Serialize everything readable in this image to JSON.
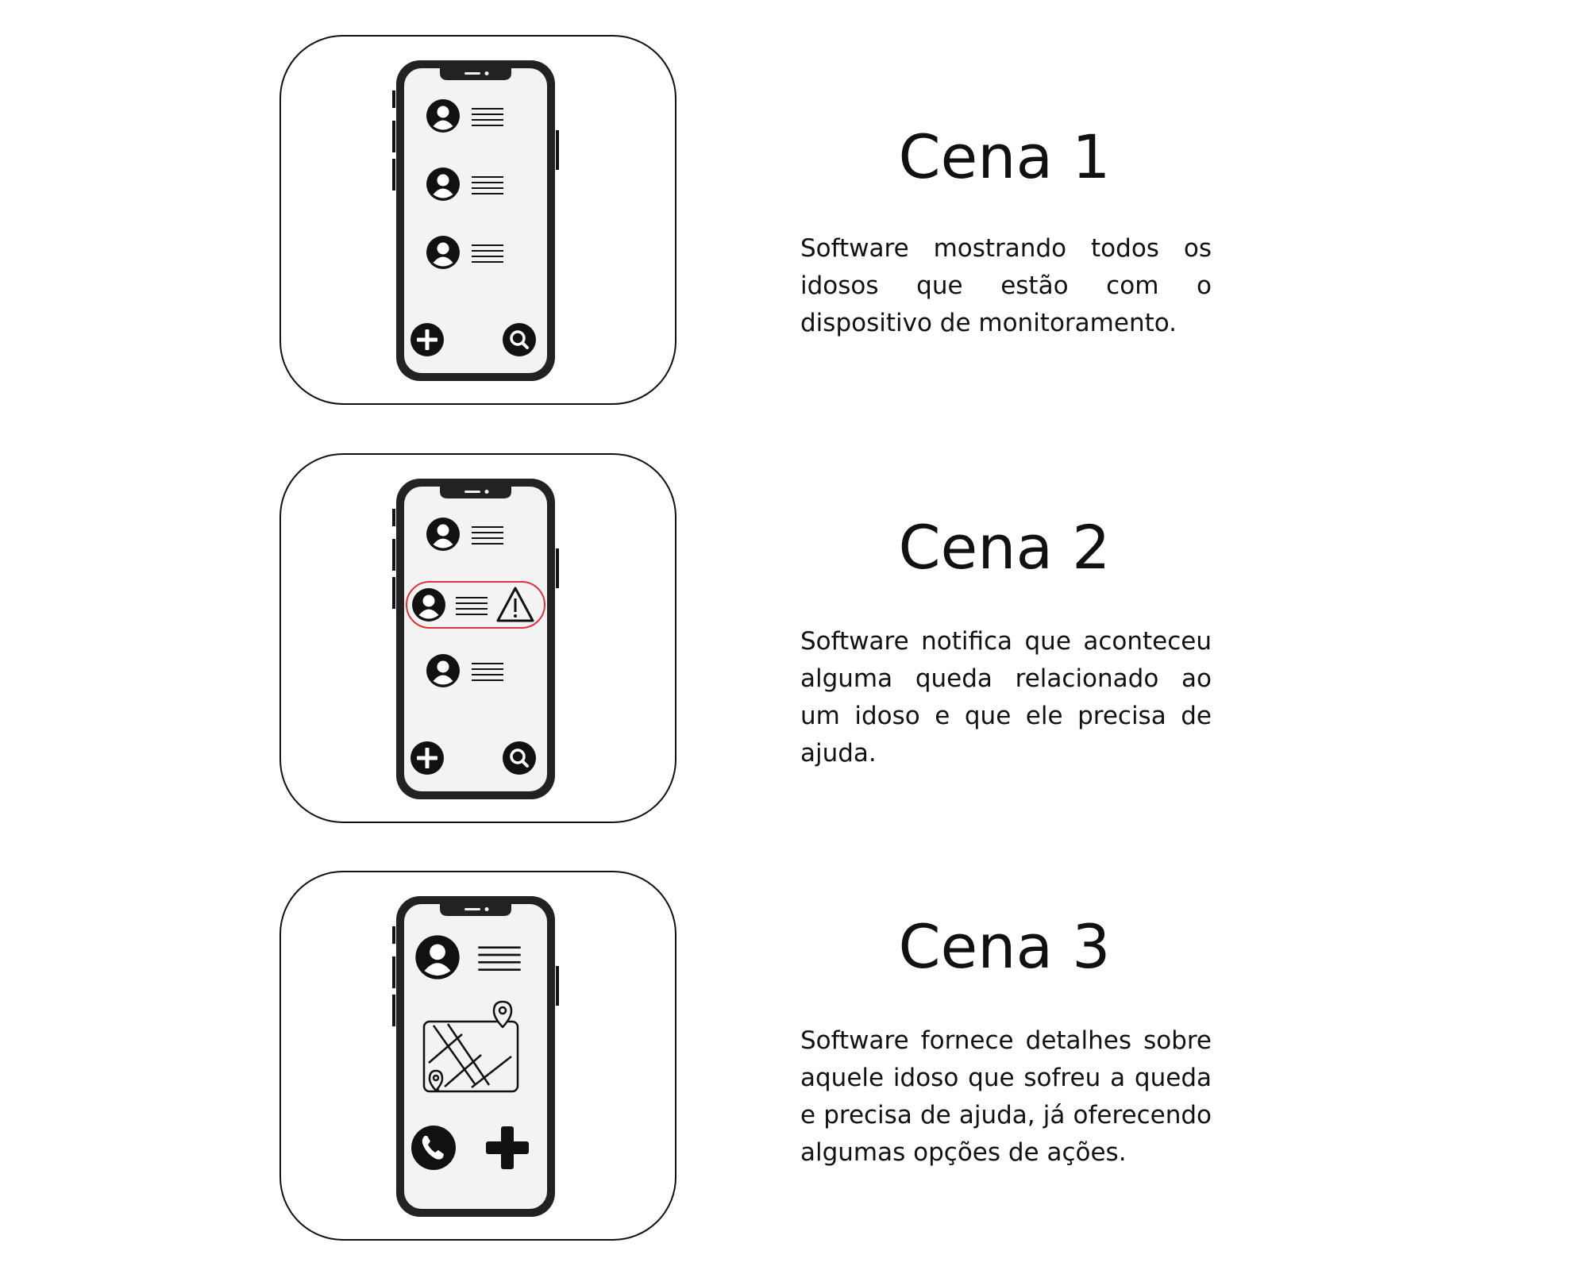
{
  "colors": {
    "stroke": "#111111",
    "screen": "#f3f3f3",
    "alert": "#e0303a",
    "background": "#ffffff"
  },
  "scenes": [
    {
      "title": "Cena 1",
      "description": "Software mostrando todos os idosos que estão com o dispositivo de monitoramento.",
      "icons": [
        "user-icon",
        "menu-lines-icon",
        "add-icon",
        "search-icon"
      ]
    },
    {
      "title": "Cena 2",
      "description": "Software notifica que aconteceu alguma queda relacionado ao um idoso e que ele precisa de ajuda.",
      "icons": [
        "user-icon",
        "menu-lines-icon",
        "warning-icon",
        "add-icon",
        "search-icon"
      ]
    },
    {
      "title": "Cena 3",
      "description": "Software fornece detalhes sobre aquele idoso que sofreu a queda e precisa de ajuda, já oferecendo algumas opções de ações.",
      "icons": [
        "user-icon",
        "menu-lines-icon",
        "map-icon",
        "phone-call-icon",
        "medical-cross-icon"
      ]
    }
  ]
}
